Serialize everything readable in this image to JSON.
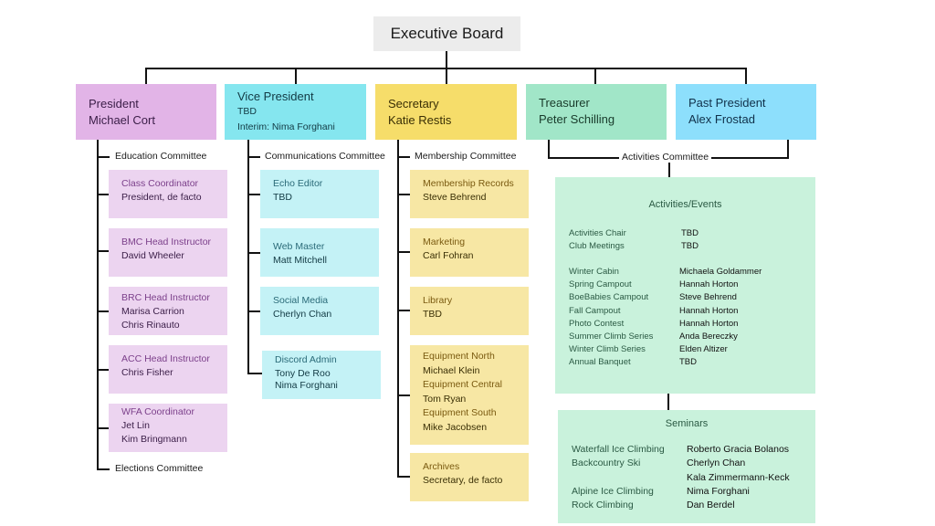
{
  "title": "Executive Board",
  "officers": [
    {
      "role": "President",
      "name": "Michael Cort"
    },
    {
      "role": "Vice President",
      "name": "TBD",
      "interim": "Interim: Nima Forghani"
    },
    {
      "role": "Secretary",
      "name": "Katie Restis"
    },
    {
      "role": "Treasurer",
      "name": "Peter Schilling"
    },
    {
      "role": "Past President",
      "name": "Alex Frostad"
    }
  ],
  "education": {
    "label": "Education Committee",
    "cards": [
      {
        "title": "Class Coordinator",
        "lines": [
          "President, de facto"
        ]
      },
      {
        "title": "BMC Head Instructor",
        "lines": [
          "David Wheeler"
        ]
      },
      {
        "title": "BRC Head Instructor",
        "lines": [
          "Marisa Carrion",
          "Chris Rinauto"
        ]
      },
      {
        "title": "ACC Head Instructor",
        "lines": [
          "Chris Fisher"
        ]
      },
      {
        "title": "WFA Coordinator",
        "lines": [
          "Jet Lin",
          "Kim Bringmann"
        ]
      }
    ],
    "elections_label": "Elections Committee"
  },
  "communications": {
    "label": "Communications Committee",
    "cards": [
      {
        "title": "Echo Editor",
        "lines": [
          "TBD"
        ]
      },
      {
        "title": "Web Master",
        "lines": [
          "Matt Mitchell"
        ]
      },
      {
        "title": "Social Media",
        "lines": [
          "Cherlyn Chan"
        ]
      },
      {
        "title": "Discord Admin",
        "lines": [
          "Tony De Roo",
          "Nima Forghani"
        ]
      }
    ]
  },
  "membership": {
    "label": "Membership Committee",
    "cards": [
      {
        "title": "Membership Records",
        "lines": [
          "Steve Behrend"
        ]
      },
      {
        "title": "Marketing",
        "lines": [
          "Carl Fohran"
        ]
      },
      {
        "title": "Library",
        "lines": [
          "TBD"
        ]
      },
      {
        "title": "Equipment North",
        "lines": [
          "Michael Klein"
        ],
        "title2": "Equipment Central",
        "lines2": [
          "Tom Ryan"
        ],
        "title3": "Equipment South",
        "lines3": [
          "Mike Jacobsen"
        ]
      },
      {
        "title": "Archives",
        "lines": [
          "Secretary, de facto"
        ]
      }
    ]
  },
  "activities": {
    "label": "Activities Committee",
    "events_title": "Activities/Events",
    "roles": [
      "Activities Chair",
      "Club Meetings"
    ],
    "role_names": [
      "TBD",
      "TBD"
    ],
    "events": [
      "Winter Cabin",
      "Spring Campout",
      "BoeBabies Campout",
      "Fall Campout",
      "Photo Contest",
      "Summer Climb Series",
      "Winter Climb Series",
      "Annual Banquet"
    ],
    "event_names": [
      "Michaela Goldammer",
      "Hannah Horton",
      "Steve Behrend",
      "Hannah Horton",
      "Hannah Horton",
      "Anda Bereczky",
      "Elden Altizer",
      "TBD"
    ],
    "seminars_title": "Seminars",
    "seminars": [
      "Waterfall Ice Climbing",
      "Backcountry Ski",
      "",
      "Alpine Ice Climbing",
      "Rock Climbing"
    ],
    "seminar_names": [
      "Roberto Gracia Bolanos",
      "Cherlyn Chan",
      "Kala Zimmermann-Keck",
      "Nima Forghani",
      "Dan Berdel"
    ]
  },
  "colors": {
    "president": "#e2b4e7",
    "vice_president": "#85e6ef",
    "secretary": "#f6dd6a",
    "treasurer": "#a1e6c8",
    "past_president": "#8ddffc"
  }
}
